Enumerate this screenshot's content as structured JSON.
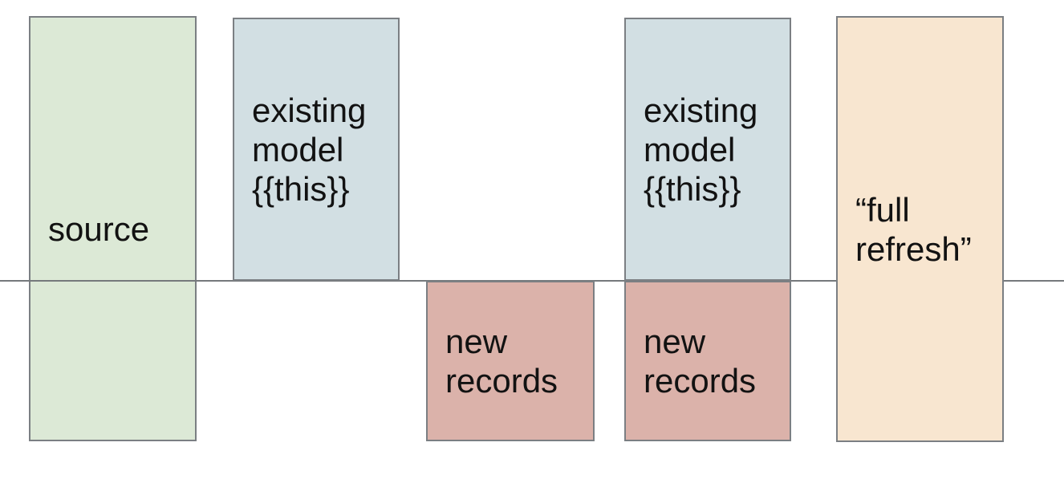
{
  "diagram": {
    "boxes": [
      {
        "name": "source",
        "label": "source"
      },
      {
        "name": "existing-model-1",
        "label": "existing\nmodel\n{{this}}"
      },
      {
        "name": "new-records-1",
        "label": "new\nrecords"
      },
      {
        "name": "existing-model-2",
        "label": "existing\nmodel\n{{this}}"
      },
      {
        "name": "new-records-2",
        "label": "new\nrecords"
      },
      {
        "name": "full-refresh",
        "label": "“full\nrefresh”"
      }
    ]
  },
  "colors": {
    "background": "#ffffff",
    "source": "#dce9d6",
    "existing": "#d2dfe3",
    "new": "#dbb2aa",
    "full": "#f8e6d0",
    "border": "#7b7f83",
    "line": "#75797c",
    "text": "#121212"
  }
}
